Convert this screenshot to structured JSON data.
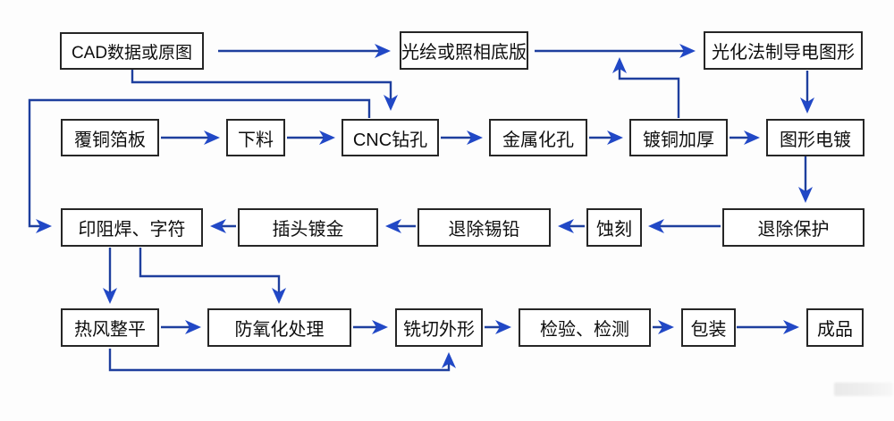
{
  "colors": {
    "arrow_line": "#1e3f9e",
    "arrow_head": "#2148c6",
    "box_border": "#262626",
    "box_fill": "#ffffff",
    "background": "#fdfdfd"
  },
  "nodes": [
    {
      "id": "cad",
      "label": "CAD数据或原图"
    },
    {
      "id": "photoplot",
      "label": "光绘或照相底版"
    },
    {
      "id": "photochem",
      "label": "光化法制导电图形"
    },
    {
      "id": "ccl",
      "label": "覆铜箔板"
    },
    {
      "id": "cutting",
      "label": "下料"
    },
    {
      "id": "cnc-drill",
      "label": "CNC钻孔"
    },
    {
      "id": "metallize-hole",
      "label": "金属化孔"
    },
    {
      "id": "copper-thicken",
      "label": "镀铜加厚"
    },
    {
      "id": "pattern-plate",
      "label": "图形电镀"
    },
    {
      "id": "soldermask",
      "label": "印阻焊、字符"
    },
    {
      "id": "plug-gold",
      "label": "插头镀金"
    },
    {
      "id": "strip-tinlead",
      "label": "退除锡铅"
    },
    {
      "id": "etch",
      "label": "蚀刻"
    },
    {
      "id": "strip-protect",
      "label": "退除保护"
    },
    {
      "id": "hasl",
      "label": "热风整平"
    },
    {
      "id": "anti-oxidation",
      "label": "防氧化处理"
    },
    {
      "id": "rout-outline",
      "label": "铣切外形"
    },
    {
      "id": "inspection",
      "label": "检验、检测"
    },
    {
      "id": "packing",
      "label": "包装"
    },
    {
      "id": "finished",
      "label": "成品"
    }
  ],
  "edges": [
    {
      "from": "cad",
      "to": "photoplot"
    },
    {
      "from": "photoplot",
      "to": "photochem"
    },
    {
      "from": "photochem",
      "to": "pattern-plate"
    },
    {
      "from": "cad",
      "to": "cnc-drill"
    },
    {
      "from": "ccl",
      "to": "cutting"
    },
    {
      "from": "cutting",
      "to": "cnc-drill"
    },
    {
      "from": "cnc-drill",
      "to": "metallize-hole"
    },
    {
      "from": "metallize-hole",
      "to": "copper-thicken"
    },
    {
      "from": "copper-thicken",
      "to": "pattern-plate"
    },
    {
      "from": "copper-thicken",
      "to": "photoplot-photochem-line"
    },
    {
      "from": "pattern-plate",
      "to": "strip-protect"
    },
    {
      "from": "strip-protect",
      "to": "etch"
    },
    {
      "from": "etch",
      "to": "strip-tinlead"
    },
    {
      "from": "strip-tinlead",
      "to": "plug-gold"
    },
    {
      "from": "plug-gold",
      "to": "soldermask"
    },
    {
      "from": "cnc-drill",
      "to": "soldermask"
    },
    {
      "from": "soldermask",
      "to": "hasl"
    },
    {
      "from": "soldermask",
      "to": "anti-oxidation"
    },
    {
      "from": "hasl",
      "to": "anti-oxidation"
    },
    {
      "from": "hasl",
      "to": "rout-outline"
    },
    {
      "from": "anti-oxidation",
      "to": "rout-outline"
    },
    {
      "from": "rout-outline",
      "to": "inspection"
    },
    {
      "from": "inspection",
      "to": "packing"
    },
    {
      "from": "packing",
      "to": "finished"
    }
  ]
}
